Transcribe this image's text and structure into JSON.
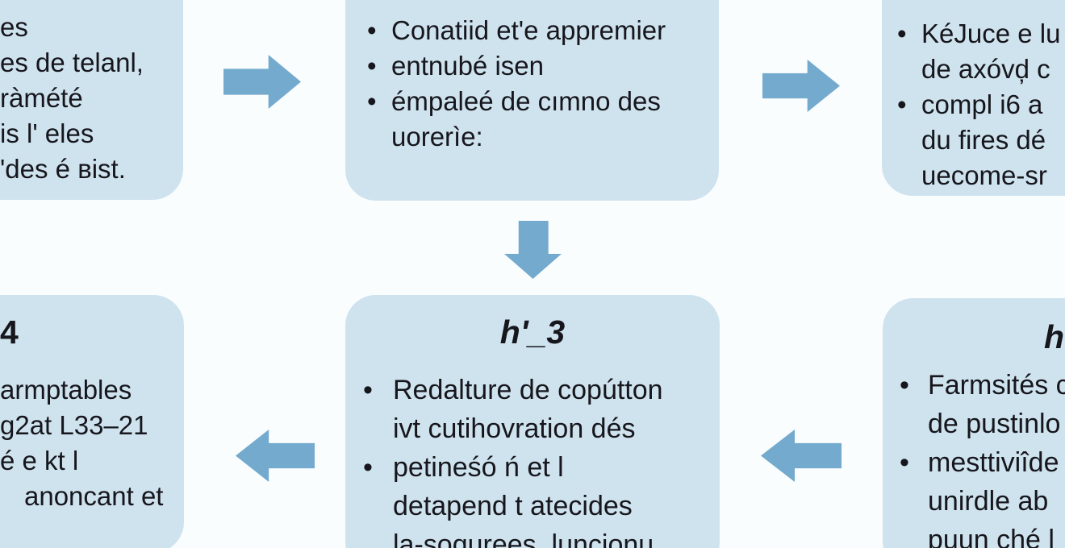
{
  "glyphs": {
    "bullet": "•"
  },
  "colors": {
    "background": "#fafdfe",
    "box_fill": "#cfe3ef",
    "arrow": "#73aacd",
    "text": "#16161c"
  },
  "boxes": {
    "top_left": {
      "lines": [
        "es",
        "es de telanl,",
        "ràmété",
        "is l' eles",
        "'des é вist."
      ]
    },
    "top_middle": {
      "items": [
        {
          "lines": [
            "Conatiid et'e appremier"
          ]
        },
        {
          "lines": [
            "entnubé isen"
          ]
        },
        {
          "lines": [
            "émpaleé de cımno des",
            "uorerìe:"
          ]
        }
      ]
    },
    "top_right": {
      "items": [
        {
          "lines": [
            "KéJuce e lu",
            "de axóvḑ c"
          ]
        },
        {
          "lines": [
            "compl i6 a",
            "du fires dé",
            "uecome-sr"
          ]
        }
      ]
    },
    "bottom_left": {
      "title": "4",
      "lines": [
        "armptables",
        "g2at L33–21",
        "é e kt l",
        "anoncant et"
      ]
    },
    "bottom_middle": {
      "title": "h'_3",
      "items": [
        {
          "lines": [
            "Redalture de copútton",
            "ivt cutihovration dés"
          ]
        },
        {
          "lines": [
            "petineśó ń et l",
            "detapend t atecides",
            "la-soqurees, luncionu"
          ]
        }
      ]
    },
    "bottom_right": {
      "title": "h'",
      "items": [
        {
          "lines": [
            "Farmsités c",
            "de pustinlo"
          ]
        },
        {
          "lines": [
            "mesttiviîde",
            "unirdle ab",
            "ɒuun ché l"
          ]
        }
      ]
    }
  }
}
